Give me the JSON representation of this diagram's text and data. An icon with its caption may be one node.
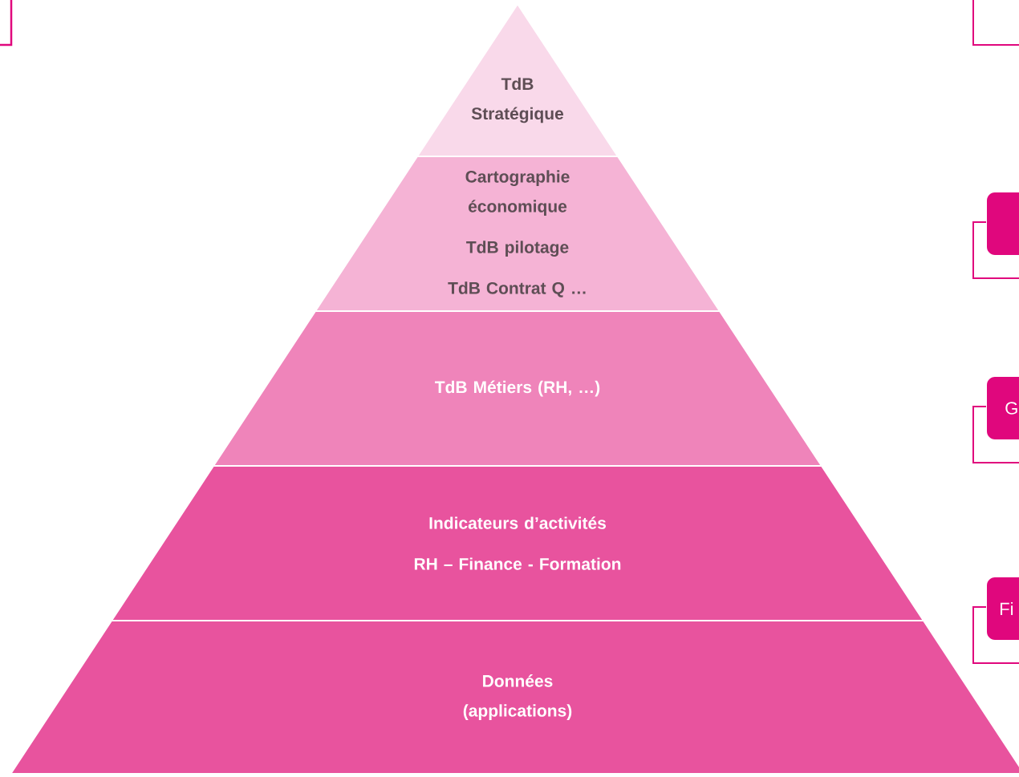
{
  "diagram": {
    "nodes": [
      {
        "text": [
          "TdB Stratégique"
        ]
      },
      {
        "text": [
          "Cartographie économique",
          "TdB pilotage",
          "TdB Contrat Q …"
        ]
      },
      {
        "text": [
          "TdB Métiers (RH, …)"
        ]
      },
      {
        "text": [
          "Indicateurs d’activités",
          "RH – Finance - Formation"
        ]
      },
      {
        "text": [
          "Données (applications)"
        ]
      },
      {
        "text": [],
        "shape": "box"
      },
      {
        "text": [
          "G"
        ]
      },
      {
        "text": [
          "Fi"
        ]
      }
    ]
  }
}
